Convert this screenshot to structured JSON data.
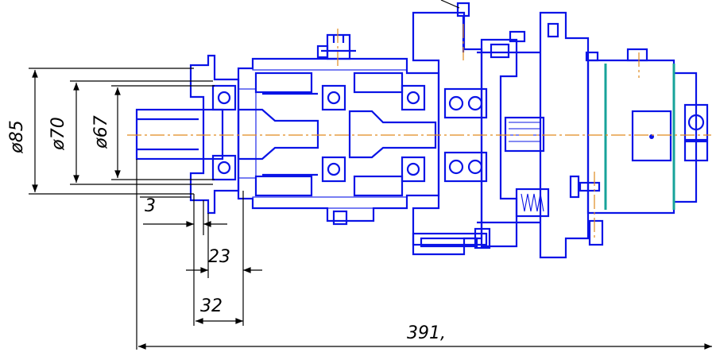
{
  "dimensions": {
    "d85": "ø85",
    "d70": "ø70",
    "d67": "ø67",
    "len3": "3",
    "len23": "23",
    "len32": "32",
    "len391": "391,"
  },
  "colors": {
    "outline": "#0a14e6",
    "dimension": "#000000",
    "centerline": "#e08a1e",
    "seal": "#17a39a"
  }
}
